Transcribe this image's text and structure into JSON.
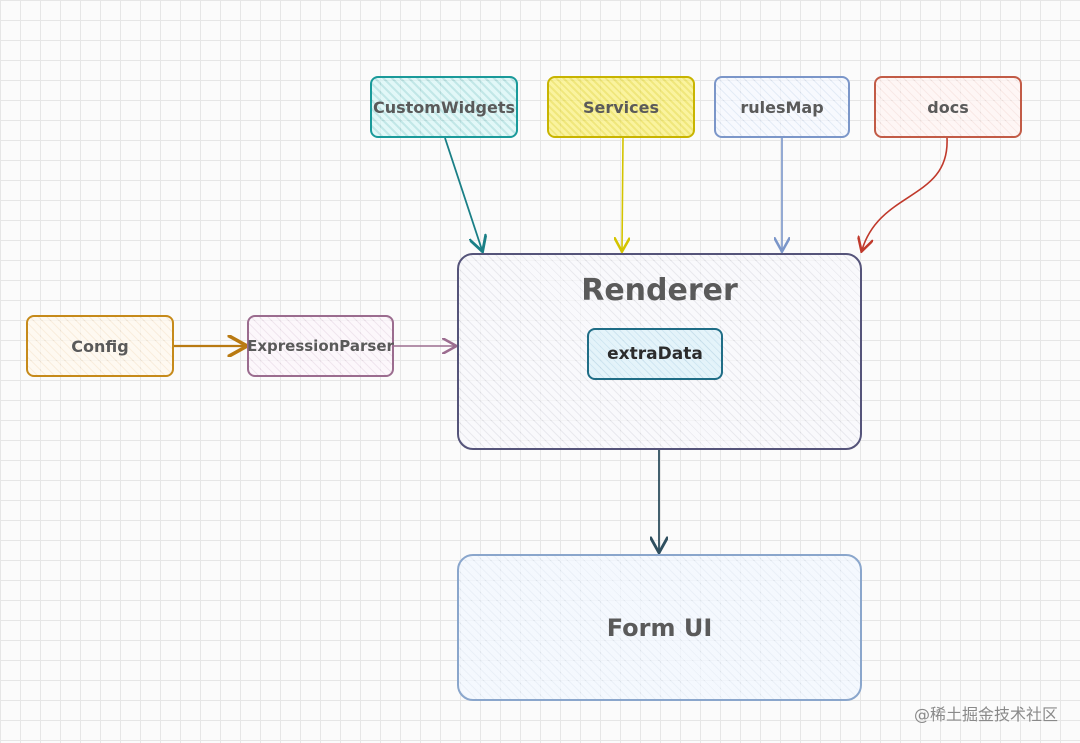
{
  "diagram": {
    "nodes": {
      "custom_widgets": "CustomWidgets",
      "services": "Services",
      "rules_map": "rulesMap",
      "docs": "docs",
      "config": "Config",
      "expression_parser": "ExpressionParser",
      "renderer": "Renderer",
      "extra_data": "extraData",
      "form_ui": "Form UI"
    },
    "edges": [
      {
        "from": "CustomWidgets",
        "to": "Renderer"
      },
      {
        "from": "Services",
        "to": "Renderer"
      },
      {
        "from": "rulesMap",
        "to": "Renderer"
      },
      {
        "from": "docs",
        "to": "Renderer"
      },
      {
        "from": "Config",
        "to": "ExpressionParser"
      },
      {
        "from": "ExpressionParser",
        "to": "Renderer"
      },
      {
        "from": "Renderer",
        "to": "Form UI"
      }
    ],
    "colors": {
      "custom_widgets": "#1a9a9a",
      "services": "#c8b400",
      "rules_map": "#7b96c9",
      "docs": "#c25b46",
      "config": "#c68a1a",
      "expression_parser": "#9b6c8f",
      "renderer": "#55547a",
      "extra_data": "#1f6d86",
      "form_ui": "#8aa6cc"
    }
  },
  "watermark": "@稀土掘金技术社区"
}
